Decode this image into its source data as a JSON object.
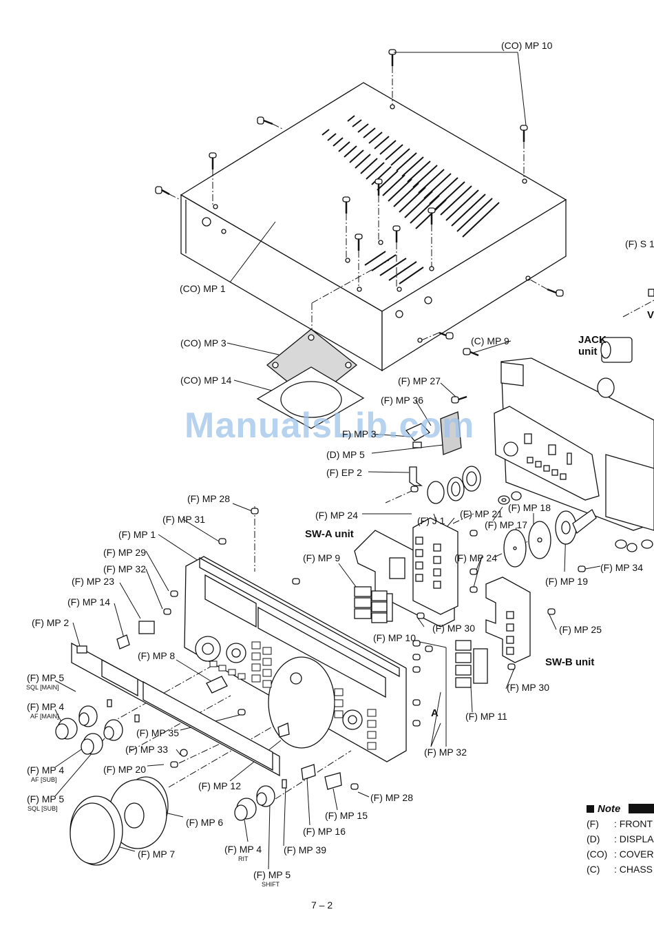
{
  "watermark": "ManualsLib.com",
  "page_number": "7 – 2",
  "labels": {
    "co_mp10": "(CO) MP 10",
    "co_mp1": "(CO) MP 1",
    "co_mp3": "(CO) MP 3",
    "co_mp14": "(CO) MP 14",
    "f_s1": "(F) S 1",
    "jack_unit_line1": "JACK",
    "jack_unit_line2": "unit",
    "v_cut": "V",
    "c_mp9": "(C) MP 9",
    "f_mp27": "(F) MP 27",
    "f_mp36": "(F) MP 36",
    "f_mp3_partial": "F) MP 3",
    "d_mp5": "(D) MP 5",
    "f_ep2": "(F) EP 2",
    "f_mp28_top": "(F) MP 28",
    "f_mp24_top": "(F) MP 24",
    "sw_a_unit": "SW-A unit",
    "f_j1": "(F) J 1",
    "f_mp21": "(F) MP 21",
    "f_mp18": "(F) MP 18",
    "f_mp17": "(F) MP 17",
    "f_mp31": "(F) MP 31",
    "f_mp1": "(F) MP 1",
    "f_mp29": "(F) MP 29",
    "f_mp32_left": "(F) MP 32",
    "f_mp23": "(F) MP 23",
    "f_mp9": "(F) MP 9",
    "f_mp24_right": "(F) MP 24",
    "f_mp19": "(F) MP 19",
    "f_mp34": "(F) MP 34",
    "f_mp14": "(F) MP 14",
    "f_mp2": "(F) MP 2",
    "f_mp10": "(F) MP 10",
    "f_mp30_a": "(F) MP 30",
    "f_mp25": "(F) MP 25",
    "sw_b_unit": "SW-B unit",
    "f_mp8": "(F) MP 8",
    "f_mp5_sql_main": "(F) MP 5",
    "sql_main": "SQL [MAIN]",
    "f_mp4_af_main": "(F) MP 4",
    "af_main": "AF [MAIN]",
    "f_mp30_b": "(F) MP 30",
    "f_mp11": "(F) MP 11",
    "letter_a": "A",
    "f_mp35": "(F) MP 35",
    "f_mp32_right": "(F) MP 32",
    "f_mp33": "(F) MP 33",
    "f_mp4_af_sub": "(F) MP 4",
    "af_sub": "AF [SUB]",
    "f_mp20": "(F) MP 20",
    "f_mp5_sql_sub": "(F) MP 5",
    "sql_sub": "SQL [SUB]",
    "f_mp12": "(F) MP 12",
    "f_mp28_bottom": "(F) MP 28",
    "f_mp15": "(F) MP 15",
    "f_mp6": "(F) MP 6",
    "f_mp16": "(F) MP 16",
    "f_mp7": "(F) MP 7",
    "f_mp4_rit": "(F) MP 4",
    "rit": "RIT",
    "f_mp39": "(F) MP 39",
    "f_mp5_shift": "(F) MP 5",
    "shift": "SHIFT"
  },
  "note": {
    "title": "Note",
    "rows": [
      {
        "code": "(F)",
        "text": ": FRONT"
      },
      {
        "code": "(D)",
        "text": ": DISPLA"
      },
      {
        "code": "(CO)",
        "text": ": COVER"
      },
      {
        "code": "(C)",
        "text": ": CHASS"
      }
    ]
  }
}
